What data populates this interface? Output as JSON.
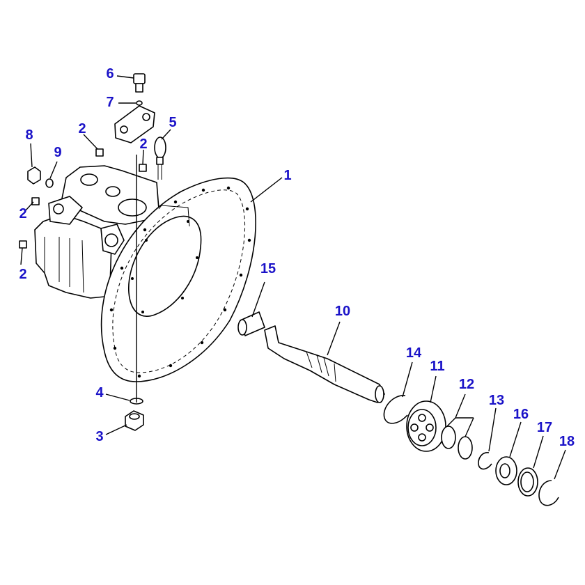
{
  "diagram": {
    "callouts": [
      {
        "id": "c6",
        "label": "6"
      },
      {
        "id": "c7",
        "label": "7"
      },
      {
        "id": "c5",
        "label": "5"
      },
      {
        "id": "c8",
        "label": "8"
      },
      {
        "id": "c2a",
        "label": "2"
      },
      {
        "id": "c2b",
        "label": "2"
      },
      {
        "id": "c9",
        "label": "9"
      },
      {
        "id": "c1",
        "label": "1"
      },
      {
        "id": "c2c",
        "label": "2"
      },
      {
        "id": "c2d",
        "label": "2"
      },
      {
        "id": "c15",
        "label": "15"
      },
      {
        "id": "c10",
        "label": "10"
      },
      {
        "id": "c14",
        "label": "14"
      },
      {
        "id": "c11",
        "label": "11"
      },
      {
        "id": "c12",
        "label": "12"
      },
      {
        "id": "c13",
        "label": "13"
      },
      {
        "id": "c16",
        "label": "16"
      },
      {
        "id": "c17",
        "label": "17"
      },
      {
        "id": "c18",
        "label": "18"
      },
      {
        "id": "c4",
        "label": "4"
      },
      {
        "id": "c3",
        "label": "3"
      }
    ]
  }
}
